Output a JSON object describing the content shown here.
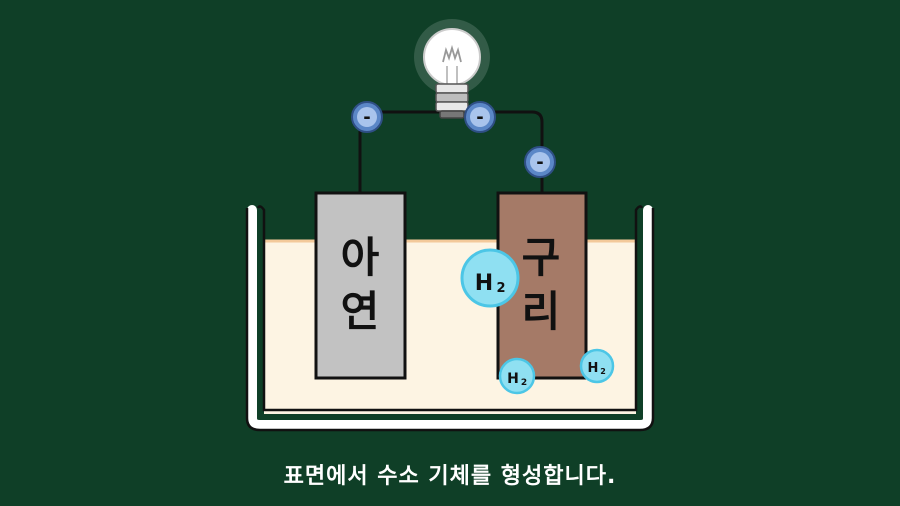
{
  "caption": "표면에서 수소 기체를 형성합니다.",
  "electrodes": {
    "zinc": {
      "line1": "아",
      "line2": "연"
    },
    "copper": {
      "line1": "구",
      "line2": "리"
    }
  },
  "electron_symbol": "-",
  "gas": {
    "main": "H",
    "sub": "2"
  },
  "colors": {
    "background": "#0f3f27",
    "solution": "#fdf4e3",
    "zinc": "#c2c2c2",
    "copper": "#a57a67",
    "electron": "#5b87c7",
    "bubble": "#8fe0f2"
  }
}
